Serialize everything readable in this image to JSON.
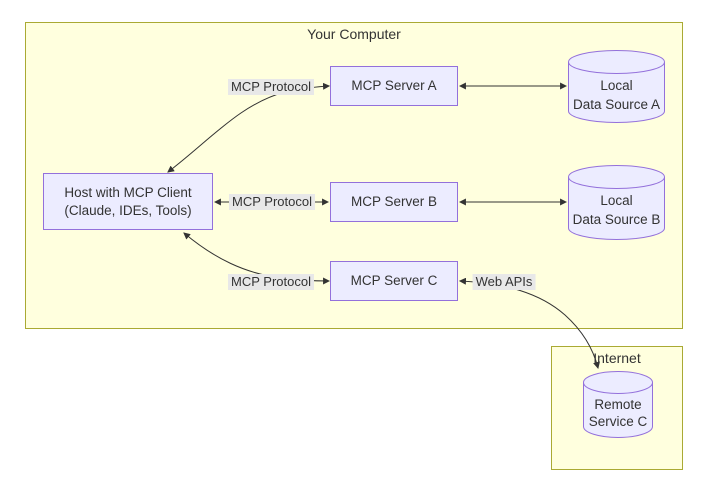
{
  "clusters": {
    "your_computer": {
      "label": "Your Computer"
    },
    "internet": {
      "label": "Internet"
    }
  },
  "nodes": {
    "host": {
      "line1": "Host with MCP Client",
      "line2": "(Claude, IDEs, Tools)"
    },
    "server_a": {
      "label": "MCP Server A"
    },
    "server_b": {
      "label": "MCP Server B"
    },
    "server_c": {
      "label": "MCP Server C"
    },
    "data_source_a": {
      "line1": "Local",
      "line2": "Data Source A"
    },
    "data_source_b": {
      "line1": "Local",
      "line2": "Data Source B"
    },
    "remote_service_c": {
      "line1": "Remote",
      "line2": "Service C"
    }
  },
  "edge_labels": {
    "protocol_a": "MCP Protocol",
    "protocol_b": "MCP Protocol",
    "protocol_c": "MCP Protocol",
    "web_apis": "Web APIs"
  },
  "colors": {
    "cluster_fill": "#ffffde",
    "cluster_border": "#aaaa33",
    "node_fill": "#ececff",
    "node_border": "#9370db",
    "edge": "#333333",
    "edge_label_bg": "#e8e8e8",
    "text": "#333333"
  }
}
